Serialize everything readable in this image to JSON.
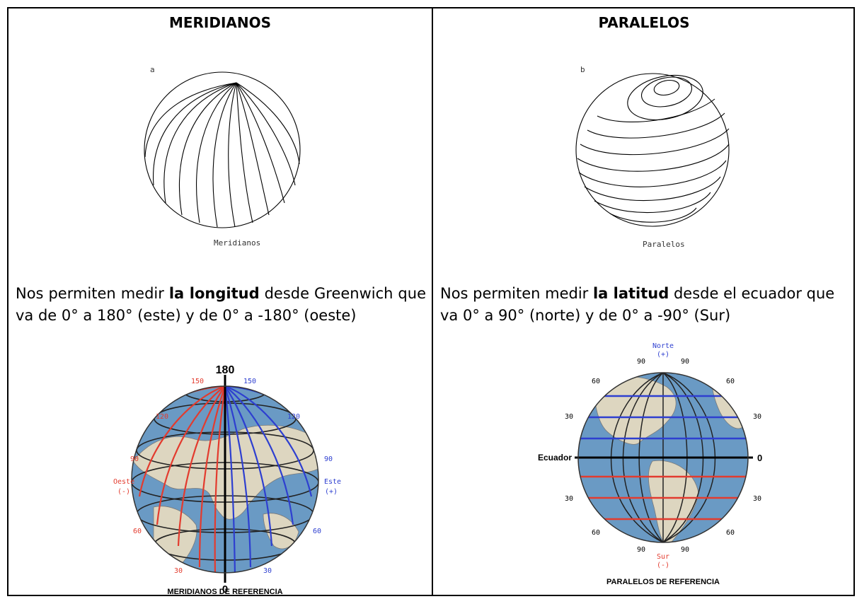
{
  "left": {
    "heading": "MERIDIANOS",
    "sketch_letter": "a",
    "sketch_caption": "Meridianos",
    "para_pre": "Nos permiten medir ",
    "para_bold": "la longitud",
    "para_post": " desde Greenwich que va de 0° a 180° (este) y de 0° a -180° (oeste)",
    "globe": {
      "top_label": "180",
      "bottom_label": "0",
      "west_label": "Oeste",
      "west_sign": "(-)",
      "east_label": "Este",
      "east_sign": "(+)",
      "west_numbers": [
        "150",
        "120",
        "90",
        "60",
        "30"
      ],
      "east_numbers": [
        "150",
        "120",
        "90",
        "60",
        "30"
      ],
      "caption": "MERIDIANOS DE REFERENCIA"
    }
  },
  "right": {
    "heading": "PARALELOS",
    "sketch_letter": "b",
    "sketch_caption": "Paralelos",
    "para_pre": "Nos permiten medir ",
    "para_bold": "la latitud",
    "para_post": " desde el ecuador que va 0° a 90° (norte) y de 0° a -90° (Sur)",
    "globe": {
      "north_label": "Norte",
      "north_sign": "(+)",
      "south_label": "Sur",
      "south_sign": "(-)",
      "equator_label": "Ecuador",
      "equator_value": "0",
      "north_numbers": [
        "90",
        "90",
        "60",
        "60",
        "30",
        "30"
      ],
      "south_numbers": [
        "30",
        "30",
        "60",
        "60",
        "90",
        "90"
      ],
      "caption": "PARALELOS DE REFERENCIA"
    }
  },
  "colors": {
    "west": "#e33b2e",
    "east": "#2e3fd0",
    "ocean": "#6a9ac4",
    "land": "#ddd6c0"
  }
}
